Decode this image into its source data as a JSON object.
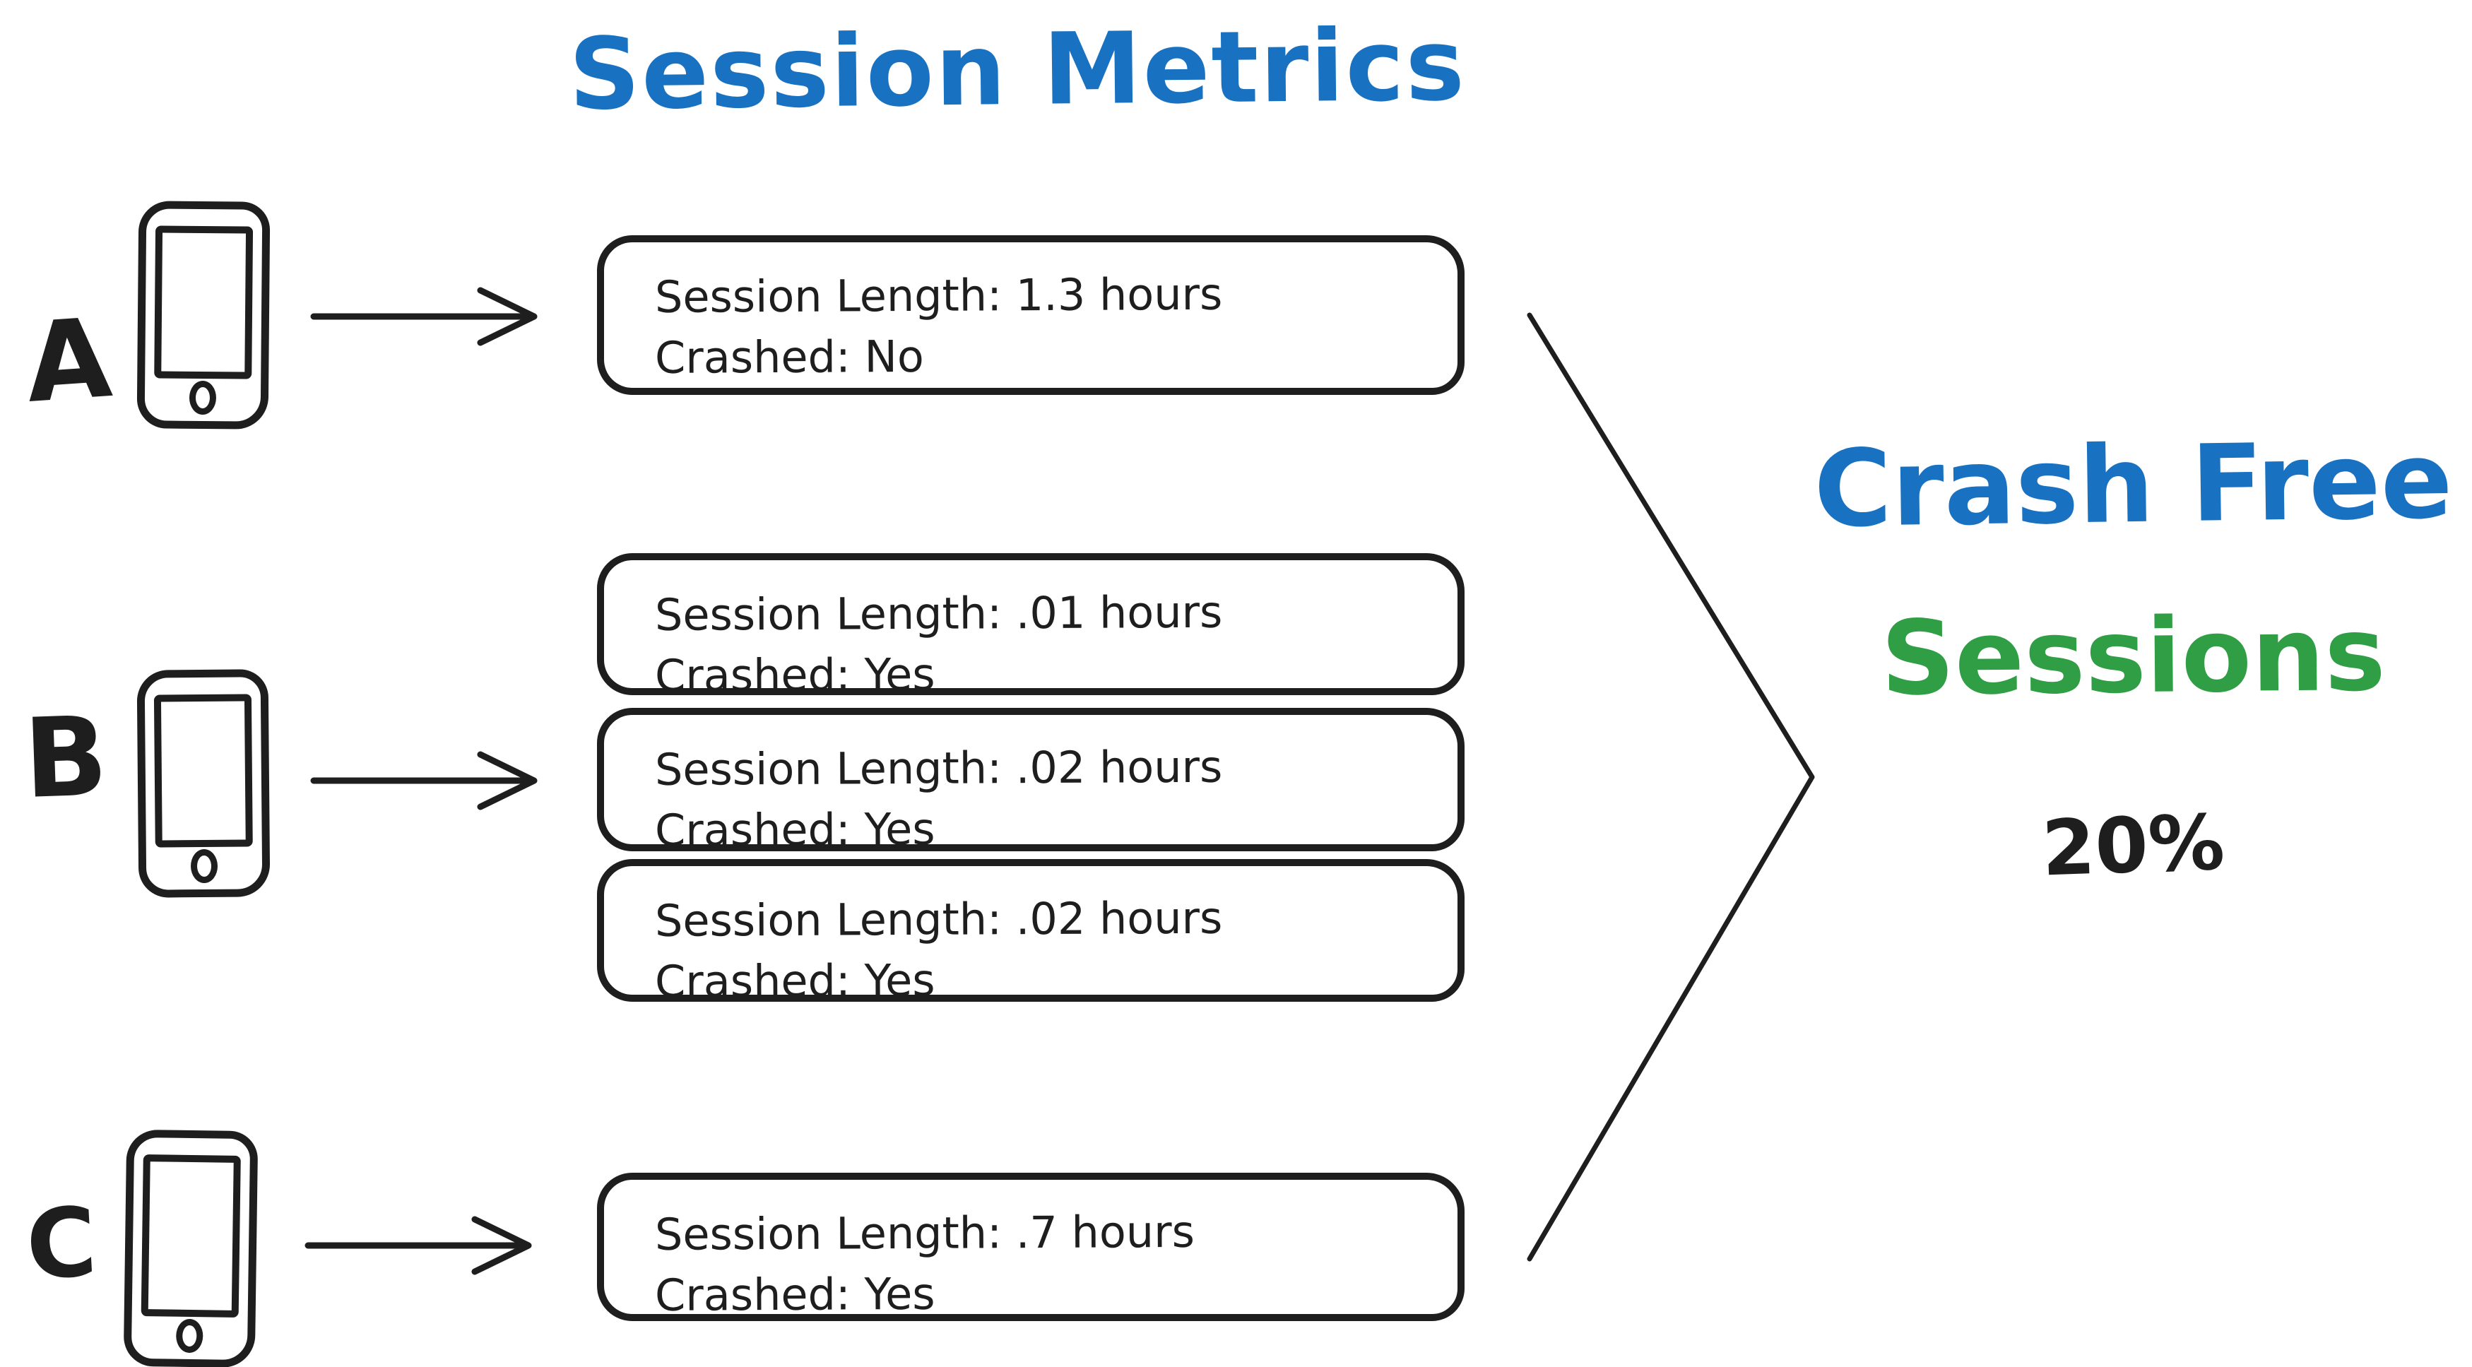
{
  "title": "Session Metrics",
  "colors": {
    "blue": "#1971c2",
    "green": "#2f9e44",
    "ink": "#1e1e1e"
  },
  "icons": {
    "phone": "phone-icon",
    "arrow": "arrow-right-icon",
    "chevron": "merge-chevron-icon"
  },
  "devices": [
    {
      "label": "A",
      "boxes": [
        {
          "line1": "Session Length: 1.3 hours",
          "line2": "Crashed: No"
        }
      ]
    },
    {
      "label": "B",
      "boxes": [
        {
          "line1": "Session Length: .01 hours",
          "line2": "Crashed: Yes"
        },
        {
          "line1": "Session Length: .02 hours",
          "line2": "Crashed: Yes"
        },
        {
          "line1": "Session Length: .02 hours",
          "line2": "Crashed: Yes"
        }
      ]
    },
    {
      "label": "C",
      "boxes": [
        {
          "line1": "Session Length: .7 hours",
          "line2": "Crashed: Yes"
        }
      ]
    }
  ],
  "result": {
    "line1": "Crash Free",
    "line2": "Sessions",
    "value": "20%"
  }
}
